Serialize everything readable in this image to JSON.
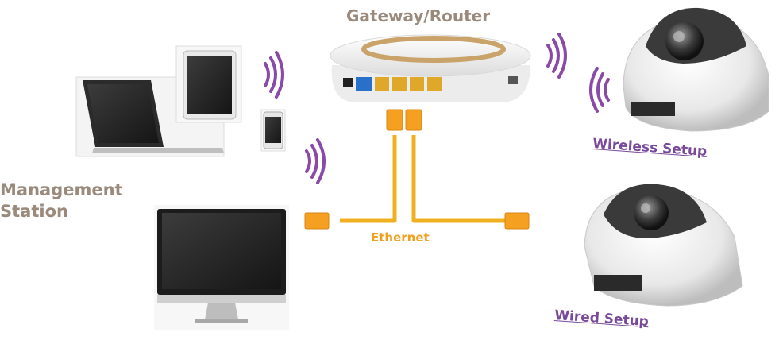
{
  "diagram": {
    "router_label": "Gateway/Router",
    "station_label_line1": "Management",
    "station_label_line2": "Station",
    "ethernet_label": "Ethernet",
    "wireless_setup_label": "Wireless Setup",
    "wired_setup_label": "Wired Setup",
    "colors": {
      "label_gray": "#9a8a7c",
      "ethernet_orange": "#f0a020",
      "wifi_purple": "#8a4aa8",
      "link_purple": "#7a4a9a"
    }
  }
}
